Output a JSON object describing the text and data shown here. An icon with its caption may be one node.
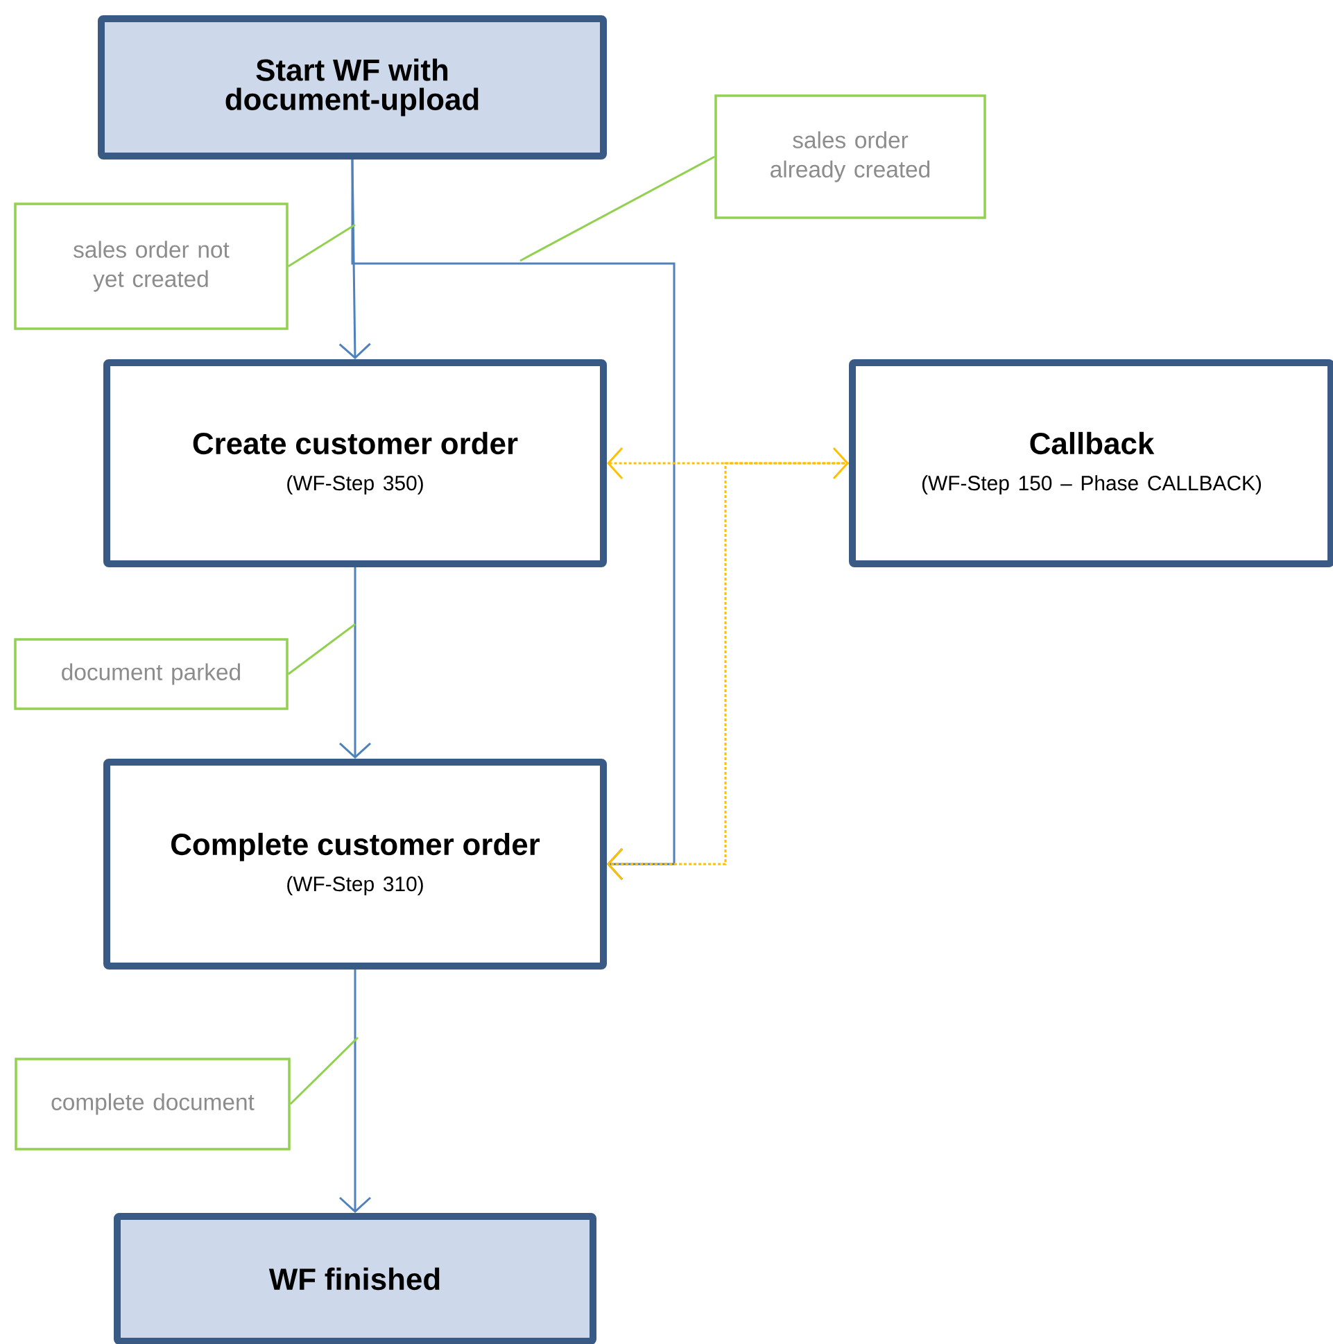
{
  "diagram": {
    "nodes": [
      {
        "text": [
          "Start WF with document-upload"
        ]
      },
      {
        "text": [
          "sales order already created"
        ]
      },
      {
        "text": [
          "sales order not yet created"
        ]
      },
      {
        "text": [
          "Create customer order",
          "(WF-Step  350)"
        ]
      },
      {
        "text": [
          "Callback",
          "(WF-Step 150 – Phase CALLBACK)"
        ]
      },
      {
        "text": [
          "document parked"
        ]
      },
      {
        "text": [
          "Complete customer order",
          "(WF-Step  310)"
        ]
      },
      {
        "text": [
          "complete document"
        ]
      },
      {
        "text": [
          "WF finished"
        ]
      }
    ],
    "edges": [
      {
        "from": 0,
        "to": 3,
        "arrow": "to"
      },
      {
        "from": 0,
        "to": 6,
        "arrow": "to"
      },
      {
        "from": 3,
        "to": 4,
        "arrow": "both",
        "style": "dashed",
        "color": "#ffc000"
      },
      {
        "from": 4,
        "to": 6,
        "arrow": "to",
        "style": "dashed",
        "color": "#ffc000"
      },
      {
        "from": 3,
        "to": 6,
        "arrow": "to"
      },
      {
        "from": 6,
        "to": 8,
        "arrow": "to"
      },
      {
        "from": 2,
        "to": null,
        "arrow": "none",
        "color": "#92d050"
      },
      {
        "from": 1,
        "to": null,
        "arrow": "none",
        "color": "#92d050"
      },
      {
        "from": 5,
        "to": null,
        "arrow": "none",
        "color": "#92d050"
      },
      {
        "from": 7,
        "to": null,
        "arrow": "none",
        "color": "#92d050"
      }
    ]
  }
}
